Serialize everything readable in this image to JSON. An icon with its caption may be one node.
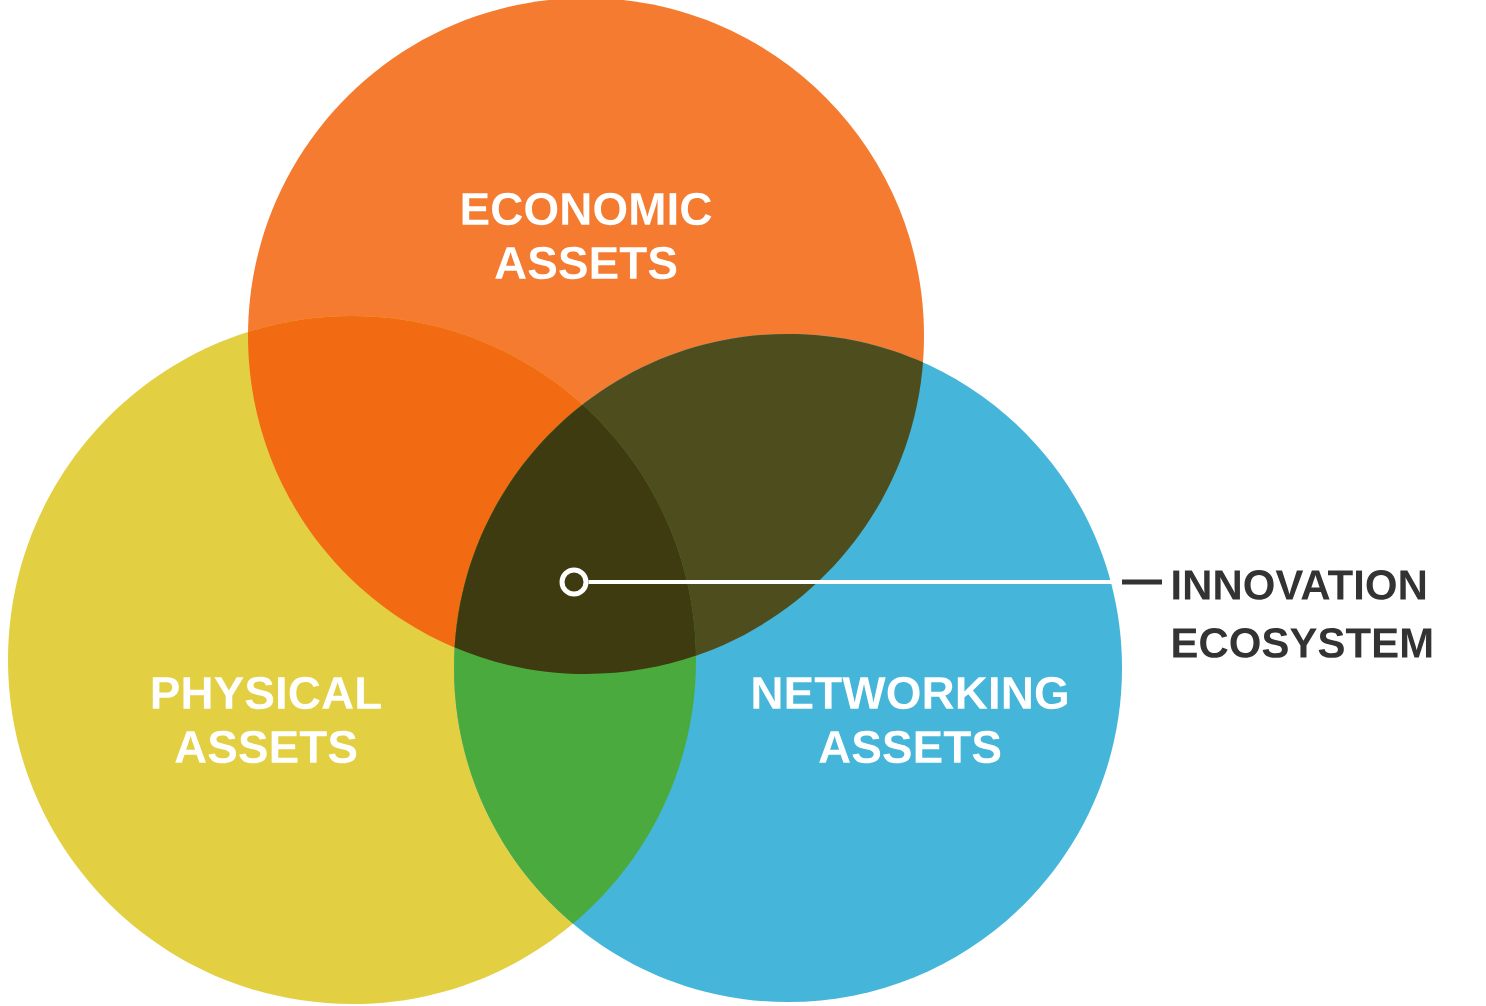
{
  "diagram": {
    "nodes": [
      {
        "text": [
          "ECONOMIC ASSETS"
        ]
      },
      {
        "text": [
          "PHYSICAL ASSETS"
        ]
      },
      {
        "text": [
          "NETWORKING ASSETS"
        ]
      },
      {
        "text": [],
        "shape": "circle"
      },
      {
        "text": [
          "INNOVATION ECOSYSTEM"
        ]
      }
    ],
    "edges": [
      {
        "from": 4,
        "to": 3,
        "arrow": "none"
      }
    ]
  }
}
